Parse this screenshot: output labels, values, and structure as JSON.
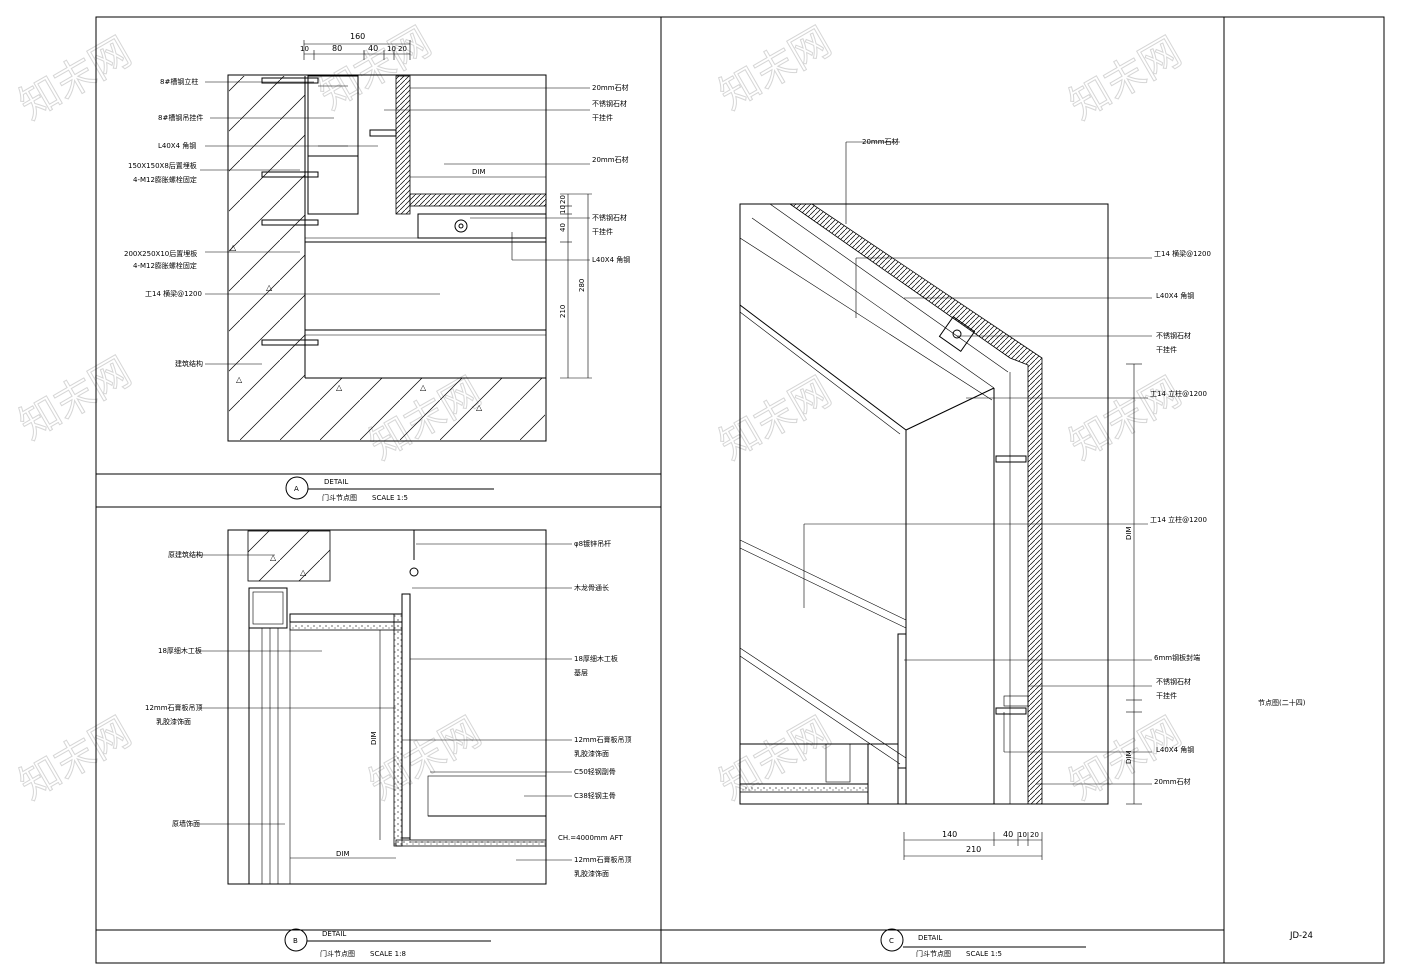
{
  "sheet": {
    "number": "JD-24",
    "title": "节点图(二十四)",
    "watermark": "知末网"
  },
  "detail_a": {
    "marker": "A",
    "label": "DETAIL",
    "name": "门斗节点图",
    "scale": "SCALE 1:5",
    "dims_top": [
      "160",
      "10",
      "80",
      "40",
      "10",
      "20"
    ],
    "dims_right": [
      "10",
      "20",
      "40",
      "280",
      "210"
    ],
    "dim_text": "DIM",
    "notes_left": [
      "8#槽钢立柱",
      "8#槽钢吊挂件",
      "L40X4 角钢",
      "150X150X8后置埋板",
      "4-M12膨胀螺栓固定",
      "200X250X10后置埋板",
      "4-M12膨胀螺栓固定",
      "工14 横梁@1200",
      "建筑结构"
    ],
    "notes_right": [
      "20mm石材",
      "不锈钢石材",
      "干挂件",
      "20mm石材",
      "不锈钢石材",
      "干挂件",
      "L40X4 角钢"
    ]
  },
  "detail_b": {
    "marker": "B",
    "label": "DETAIL",
    "name": "门斗节点图",
    "scale": "SCALE 1:8",
    "dim_text": "DIM",
    "notes_left": [
      "原建筑结构",
      "18厚细木工板",
      "12mm石膏板吊顶",
      "乳胶漆饰面",
      "原墙饰面"
    ],
    "notes_right": [
      "φ8镀锌吊杆",
      "木龙骨通长",
      "18厚细木工板",
      "基层",
      "12mm石膏板吊顶",
      "乳胶漆饰面",
      "C50轻钢副骨",
      "C38轻钢主骨",
      "CH.=4000mm AFT",
      "12mm石膏板吊顶",
      "乳胶漆饰面"
    ]
  },
  "detail_c": {
    "marker": "C",
    "label": "DETAIL",
    "name": "门斗节点图",
    "scale": "SCALE 1:5",
    "dim_text": "DIM",
    "dims_bottom": [
      "140",
      "40",
      "10",
      "20",
      "210"
    ],
    "notes": [
      "20mm石材",
      "工14 横梁@1200",
      "L40X4 角钢",
      "不锈钢石材",
      "干挂件",
      "工14 立柱@1200",
      "工14 立柱@1200",
      "6mm钢板封端",
      "不锈钢石材",
      "干挂件",
      "L40X4 角钢",
      "20mm石材"
    ]
  }
}
